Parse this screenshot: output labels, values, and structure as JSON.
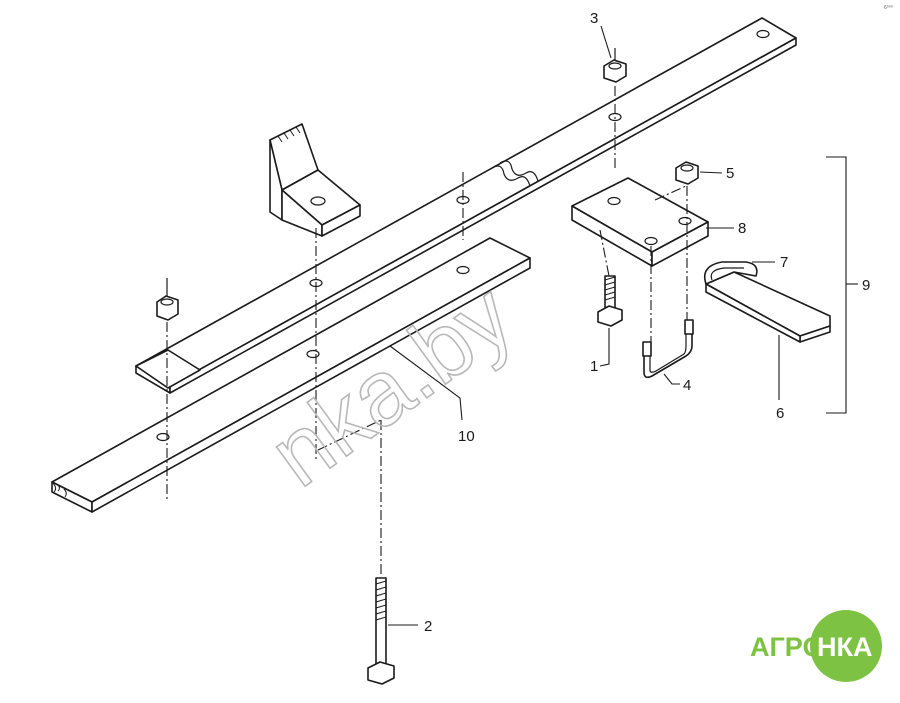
{
  "diagram": {
    "callouts": {
      "n1": "1",
      "n2": "2",
      "n3": "3",
      "n4": "4",
      "n5": "5",
      "n6": "6",
      "n7": "7",
      "n8": "8",
      "n9": "9",
      "n10": "10"
    },
    "corner_code": "6⁰⁰⁰",
    "watermark": "nka.by",
    "logo": {
      "left_text": "АГРО",
      "right_text": "НКА",
      "green": "#7dc242",
      "white": "#ffffff"
    }
  }
}
